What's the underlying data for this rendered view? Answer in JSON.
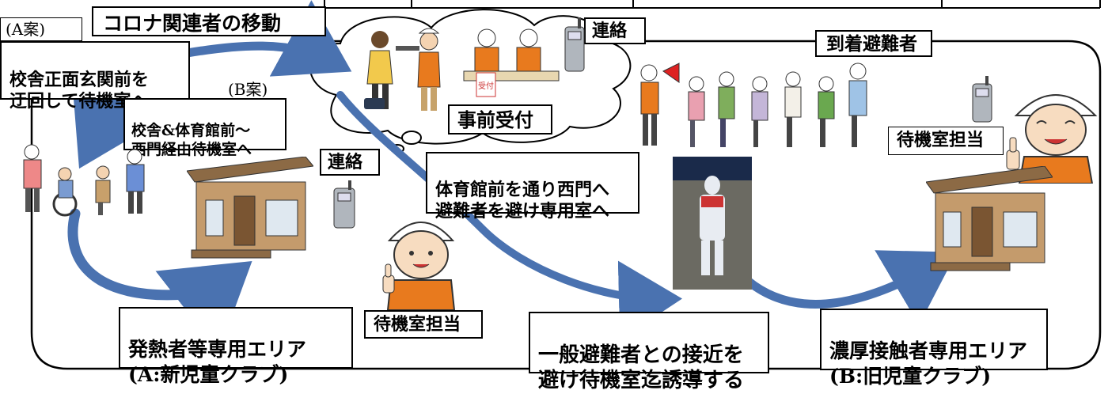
{
  "title": "コロナ関連者の移動",
  "plan_a": {
    "label": "(A案)",
    "route": "校舎正面玄関前を\n迂回して待機室へ"
  },
  "plan_b": {
    "label": "(B案)",
    "route": "校舎&体育館前～\n西門経由待機室へ"
  },
  "contact_label": "連絡",
  "reception": "事前受付",
  "reception_sign": "受付",
  "arriving_evacuees": "到着避難者",
  "waiting_room_staff": "待機室担当",
  "gym_route": "体育館前を通り西門へ\n避難者を避け専用室へ",
  "fever_area": "発熱者等専用エリア\n(A:新児童クラブ)",
  "guide_note": "一般避難者との接近を\n避け待機室迄誘導する",
  "close_contact_area": "濃厚接触者専用エリア\n(B:旧児童クラブ)",
  "colors": {
    "arrow_blue": "#4a72b0",
    "vest_orange": "#e87a1e",
    "helmet_white": "#ffffff",
    "cabin_wood": "#b58a5c",
    "suit_white": "#e8ecf2",
    "ground": "#6b6a62"
  },
  "icons": [
    "walkie-talkie-icon",
    "megaphone-icon",
    "thumbs-up-icon",
    "thermometer-icon"
  ]
}
